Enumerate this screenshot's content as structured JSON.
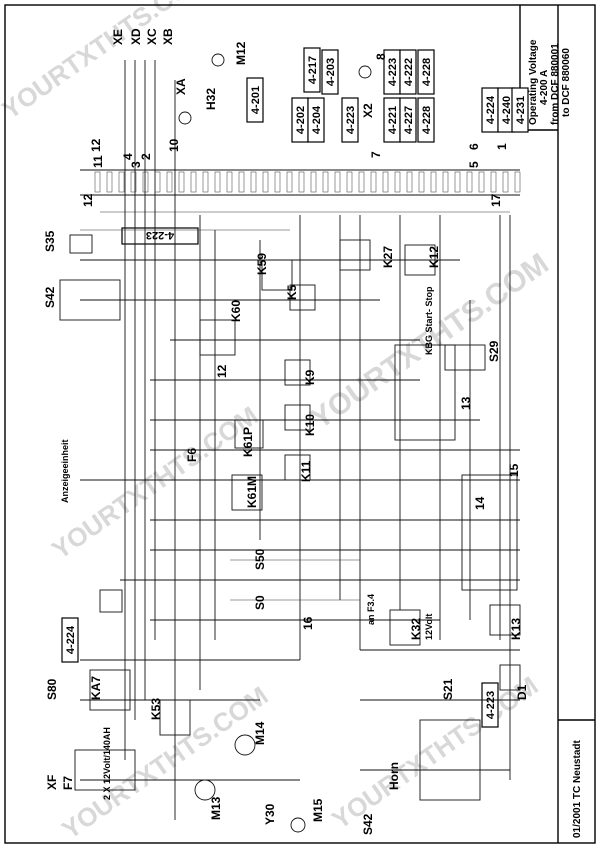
{
  "title_block": {
    "line1": "Operating Voltage",
    "line2": "4-200 A",
    "line3": "from DCF 880001",
    "line4": "to DCF 880060"
  },
  "footer": {
    "date_company": "01/2001 TC Neustadt"
  },
  "watermark": "YOURTXTHTS.COM",
  "page_refs": [
    "4-217",
    "4-203",
    "4-223",
    "4-222",
    "4-228",
    "4-201",
    "4-202",
    "4-204",
    "4-223",
    "4-221",
    "4-227",
    "4-228",
    "4-224",
    "4-240",
    "4-231",
    "4-223",
    "4-224",
    "4-223"
  ],
  "labels": {
    "XE": "XE",
    "XD": "XD",
    "XC": "XC",
    "XB": "XB",
    "XA": "XA",
    "M12": "M12",
    "H32": "H32",
    "X2": "X2",
    "n8": "8",
    "n7": "7",
    "n6": "6",
    "n5": "5",
    "n1": "1",
    "n12a": "12",
    "n11": "11",
    "n4": "4",
    "n3": "3",
    "n2": "2",
    "n10": "10",
    "n12b": "12",
    "n17": "17",
    "S35": "S35",
    "S42a": "S42",
    "K59": "K59",
    "K5": "K5",
    "K27": "K27",
    "K12": "K12",
    "K60": "K60",
    "n12c": "12",
    "K9": "K9",
    "S29": "S29",
    "kbg": "KBG Start- Stop",
    "n13": "13",
    "K10": "K10",
    "K61P": "K61P",
    "F6": "F6",
    "K11": "K11",
    "K61M": "K61M",
    "n15": "15",
    "anzeige": "Anzeigeeinheit",
    "n14": "14",
    "S50": "S50",
    "S0": "S0",
    "n16": "16",
    "anF34": "an F3.4",
    "K32": "K32",
    "k32v": "12Volt",
    "K13": "K13",
    "S80": "S80",
    "KA7": "KA7",
    "K53": "K53",
    "M14": "M14",
    "S21": "S21",
    "D1": "D1",
    "XF": "XF",
    "F7": "F7",
    "bat": "2 X 12Volt/140AH",
    "M13": "M13",
    "Y30": "Y30",
    "M15": "M15",
    "Horn": "Horn",
    "S42b": "S42"
  }
}
